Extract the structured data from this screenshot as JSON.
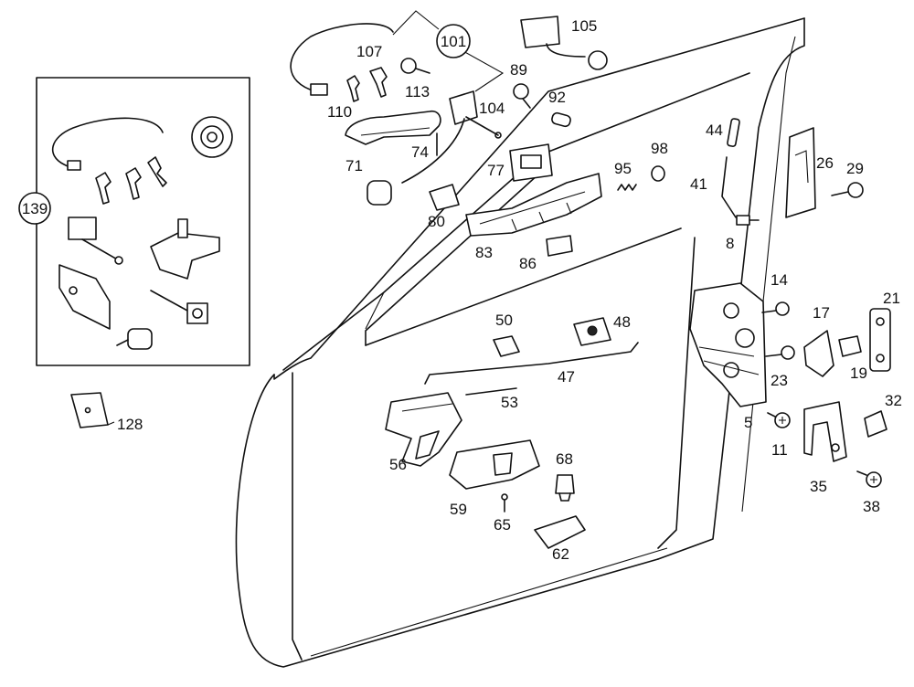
{
  "callouts": {
    "c5": "5",
    "c8": "8",
    "c11": "11",
    "c14": "14",
    "c17": "17",
    "c19": "19",
    "c21": "21",
    "c23": "23",
    "c26": "26",
    "c29": "29",
    "c32": "32",
    "c35": "35",
    "c38": "38",
    "c41": "41",
    "c44": "44",
    "c47": "47",
    "c48": "48",
    "c50": "50",
    "c53": "53",
    "c56": "56",
    "c59": "59",
    "c62": "62",
    "c65": "65",
    "c68": "68",
    "c71": "71",
    "c74": "74",
    "c77": "77",
    "c80": "80",
    "c83": "83",
    "c86": "86",
    "c89": "89",
    "c92": "92",
    "c95": "95",
    "c98": "98",
    "c101": "101",
    "c104": "104",
    "c105": "105",
    "c107": "107",
    "c110": "110",
    "c113": "113",
    "c128": "128",
    "c139": "139"
  }
}
